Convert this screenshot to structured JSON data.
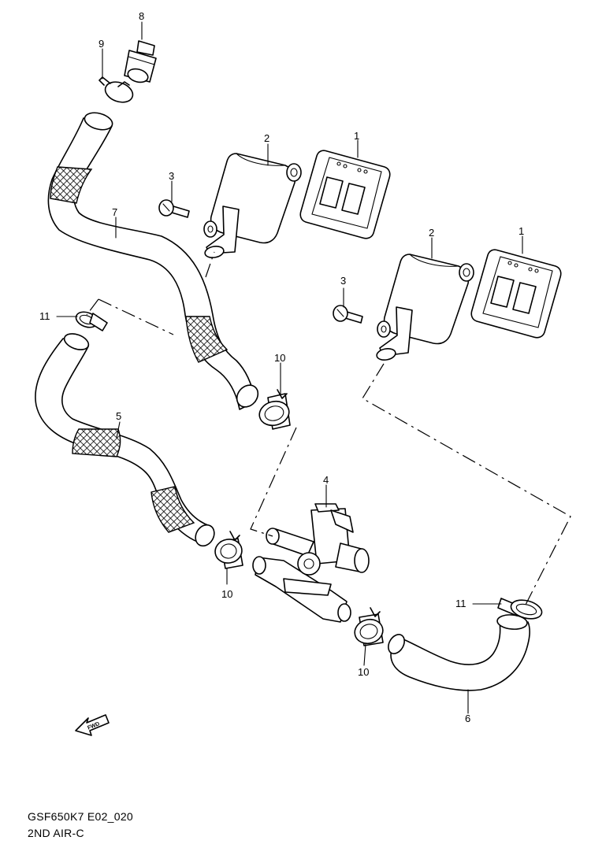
{
  "diagram": {
    "code": "GSF650K7 E02_020",
    "title": "2ND AIR-C",
    "fwd_label": "FWD",
    "callouts": {
      "c1a": "1",
      "c1b": "1",
      "c2a": "2",
      "c2b": "2",
      "c3a": "3",
      "c3b": "3",
      "c4": "4",
      "c5": "5",
      "c6": "6",
      "c7": "7",
      "c8": "8",
      "c9": "9",
      "c10a": "10",
      "c10b": "10",
      "c10c": "10",
      "c11a": "11",
      "c11b": "11"
    }
  }
}
